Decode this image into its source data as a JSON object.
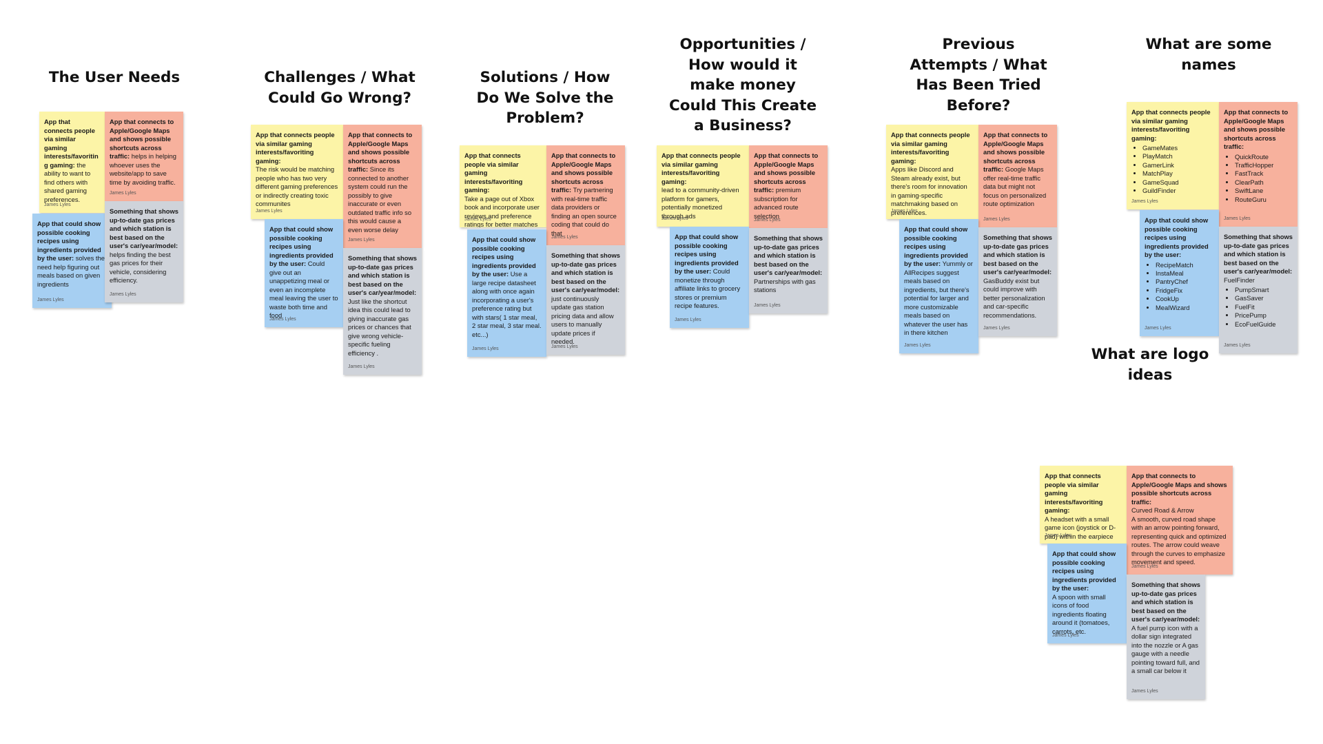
{
  "headings": [
    {
      "id": "user-needs",
      "text": "The User Needs"
    },
    {
      "id": "challenges",
      "text": "Challenges / What\nCould Go Wrong?"
    },
    {
      "id": "solutions",
      "text": "Solutions / How\nDo We Solve the\nProblem?"
    },
    {
      "id": "opportunities",
      "text": "Opportunities /\nHow would it\nmake money\nCould This Create\na Business?"
    },
    {
      "id": "previous",
      "text": "Previous\nAttempts / What\nHas Been Tried\nBefore?"
    },
    {
      "id": "names",
      "text": "What are some\nnames"
    },
    {
      "id": "logos",
      "text": "What are logo\nideas"
    }
  ],
  "lead_labels": {
    "gaming": "App that connects people via similar gaming interests/favoriting gaming:",
    "gaming_wrapped": "App that connects people via similar gaming interests/favoritin g gaming:",
    "maps": "App that connects to Apple/Google Maps and shows possible shortcuts across traffic:",
    "recipes": "App that could show possible cooking recipes using ingredients provided by the user:",
    "gas": "Something that shows up-to-date gas prices and which station is best based on the user's car/year/model:"
  },
  "author": "James Lyles",
  "notes": [
    {
      "id": "needs-gaming",
      "lead": "gaming_wrapped",
      "text": " the ability to want to find others with shared gaming preferences."
    },
    {
      "id": "needs-maps",
      "lead": "maps",
      "text": " helps in helping whoever uses the website/app to save time by avoiding traffic."
    },
    {
      "id": "needs-recipes",
      "lead": "recipes",
      "text": " solves the need help figuring out meals based on given ingredients"
    },
    {
      "id": "needs-gas",
      "lead": "gas",
      "text": "\nhelps finding the best gas prices for their vehicle, considering efficiency."
    },
    {
      "id": "challenges-gaming",
      "lead": "gaming",
      "text": "\nThe risk would be matching people who has two very different gaming preferences or indirectly creating toxic communites"
    },
    {
      "id": "challenges-maps",
      "lead": "maps",
      "text": "  Since its connected to another system could run the possibly to give inaccurate or even outdated traffic info so this would cause a even worse delay"
    },
    {
      "id": "challenges-recipes",
      "lead": "recipes",
      "text": " Could give out an unappetizing meal or even an incomplete meal leaving the user to waste both time and food"
    },
    {
      "id": "challenges-gas",
      "lead": "gas",
      "text": "\nJust like the shortcut idea this could lead to giving inaccurate gas prices or chances that give wrong vehicle-specific fueling efficiency ."
    },
    {
      "id": "solutions-gaming",
      "lead": "gaming",
      "text": "\nTake a page out of Xbox book and incorporate user reviews and preference ratings for better matches"
    },
    {
      "id": "solutions-maps",
      "lead": "maps",
      "text": " Try partnering with real-time traffic data providers or finding an open source coding that could do that"
    },
    {
      "id": "solutions-recipes",
      "lead": "recipes",
      "text": " Use a large recipe datasheet along with once again incorporating a user's preference rating but with stars( 1 star meal, 2 star meal, 3 star meal. etc...)"
    },
    {
      "id": "solutions-gas",
      "lead": "gas",
      "text": "\njust continuously update gas station pricing data and allow users to manually update prices if needed."
    },
    {
      "id": "opps-gaming",
      "lead": "gaming",
      "text": "\nlead to a community-driven platform for gamers, potentially monetized through ads"
    },
    {
      "id": "opps-maps",
      "lead": "maps",
      "text": " premium subscription for advanced route selection"
    },
    {
      "id": "opps-recipes",
      "lead": "recipes",
      "text": " Could monetize through affiliate links to grocery stores or premium recipe features."
    },
    {
      "id": "opps-gas",
      "lead": "gas",
      "text": "\nPartnerships with gas stations"
    },
    {
      "id": "prev-gaming",
      "lead": "gaming",
      "text": "\nApps like Discord and Steam already exist, but there's room for innovation in gaming-specific matchmaking based on preferences."
    },
    {
      "id": "prev-maps",
      "lead": "maps",
      "text": " Google Maps offer real-time traffic data but might not focus on personalized route optimization"
    },
    {
      "id": "prev-recipes",
      "lead": "recipes",
      "text": " Yummly or AllRecipes suggest meals based on ingredients, but there's potential for larger and more customizable meals based on whatever the user has in there kitchen"
    },
    {
      "id": "prev-gas",
      "lead": "gas",
      "text": "\nGasBuddy exist but could improve with better personalization and car-specific recommendations."
    },
    {
      "id": "names-gaming",
      "lead": "gaming",
      "text": "",
      "items": [
        "GameMates",
        "PlayMatch",
        "GamerLink",
        "MatchPlay",
        "GameSquad",
        "GuildFinder"
      ]
    },
    {
      "id": "names-maps",
      "lead": "maps",
      "text": "",
      "items": [
        "QuickRoute",
        "TrafficHopper",
        "FastTrack",
        "ClearPath",
        "SwiftLane",
        "RouteGuru"
      ]
    },
    {
      "id": "names-recipes",
      "lead": "recipes",
      "text": "",
      "items": [
        "RecipeMatch",
        "InstaMeal",
        "PantryChef",
        "FridgeFix",
        "CookUp",
        "MealWizard"
      ]
    },
    {
      "id": "names-gas",
      "lead": "gas",
      "text": "\nFuelFinder",
      "items": [
        "PumpSmart",
        "GasSaver",
        "FuelFit",
        "PricePump",
        "EcoFuelGuide"
      ]
    },
    {
      "id": "logos-gaming",
      "lead": "gaming",
      "text": "\nA headset with a small game icon (joystick or D-pad) within the earpiece"
    },
    {
      "id": "logos-maps",
      "lead": "maps",
      "text": "\nCurved Road & Arrow\nA smooth, curved road shape with an arrow pointing forward, representing quick and optimized routes. The arrow could weave through the curves to emphasize movement and speed."
    },
    {
      "id": "logos-recipes",
      "lead": "recipes",
      "text": "\nA spoon with small icons of food ingredients floating around it (tomatoes, carrots, etc."
    },
    {
      "id": "logos-gas",
      "lead": "gas",
      "text": "\nA fuel pump icon with a dollar sign integrated into the nozzle or A gas gauge with a needle pointing toward full, and a small car below it"
    }
  ]
}
